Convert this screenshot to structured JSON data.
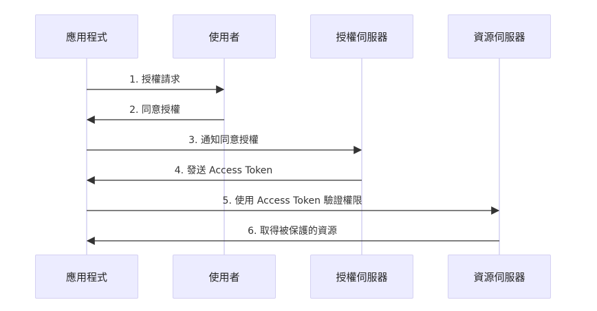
{
  "participants": [
    {
      "id": "app",
      "label": "應用程式"
    },
    {
      "id": "user",
      "label": "使用者"
    },
    {
      "id": "auth",
      "label": "授權伺服器"
    },
    {
      "id": "res",
      "label": "資源伺服器"
    }
  ],
  "messages": [
    {
      "from": "app",
      "to": "user",
      "label": "1. 授權請求"
    },
    {
      "from": "user",
      "to": "app",
      "label": "2. 同意授權"
    },
    {
      "from": "app",
      "to": "auth",
      "label": "3. 通知同意授權"
    },
    {
      "from": "auth",
      "to": "app",
      "label": "4. 發送 Access Token"
    },
    {
      "from": "app",
      "to": "res",
      "label": "5. 使用 Access Token 驗證權限"
    },
    {
      "from": "res",
      "to": "app",
      "label": "6. 取得被保護的資源"
    }
  ],
  "colors": {
    "actor_fill": "#ececff",
    "actor_border": "#d4d0f2",
    "lifeline": "#d4d0f2",
    "arrow": "#333333"
  }
}
